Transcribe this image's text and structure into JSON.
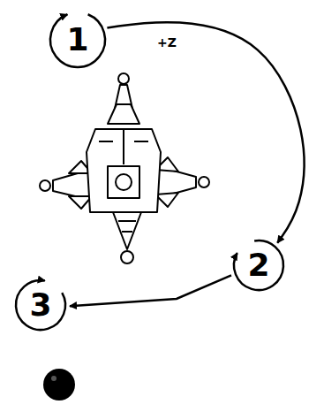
{
  "diagram": {
    "nodes": [
      {
        "text": [
          "1"
        ]
      },
      {
        "text": [
          "2"
        ]
      },
      {
        "text": [
          "3"
        ]
      }
    ],
    "edges": [
      {
        "from": 0,
        "to": 1,
        "arrow": "to"
      },
      {
        "from": 1,
        "to": 2,
        "arrow": "to"
      }
    ],
    "labels": [
      "+Z"
    ]
  }
}
